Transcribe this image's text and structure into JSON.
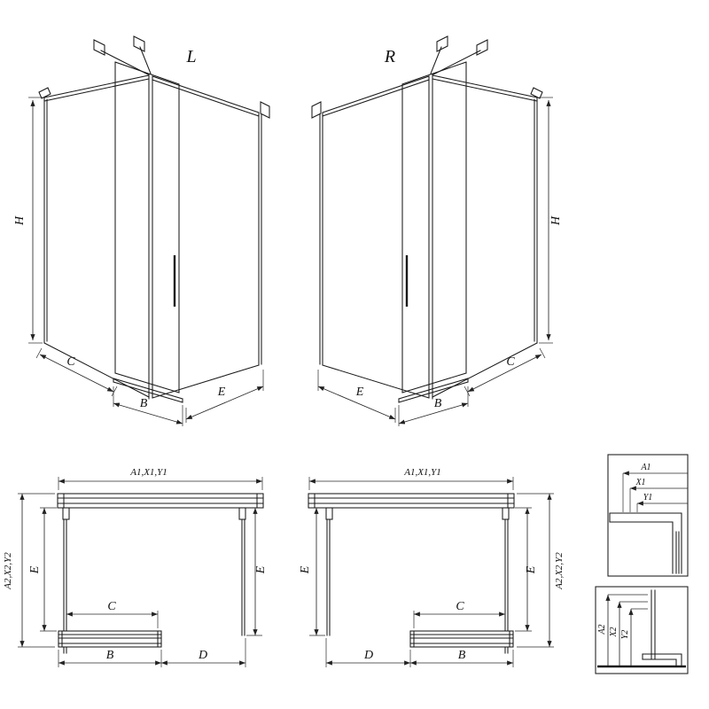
{
  "sheet": {
    "background_color": "#ffffff",
    "line_color": "#1a1a1a"
  },
  "iso_left": {
    "variant": "L",
    "height": "H",
    "side_width": "C",
    "door_width": "B",
    "front_width": "E"
  },
  "iso_right": {
    "variant": "R",
    "height": "H",
    "side_width": "C",
    "door_width": "B",
    "front_width": "E"
  },
  "plan_left": {
    "top_width": "A1,X1,Y1",
    "depth_outer": "A2,X2,Y2",
    "depth_left": "E",
    "depth_right": "E",
    "door_overlap": "C",
    "door_width": "B",
    "entry_width": "D"
  },
  "plan_right": {
    "top_width": "A1,X1,Y1",
    "depth_outer": "A2,X2,Y2",
    "depth_left": "E",
    "depth_right": "E",
    "door_overlap": "C",
    "door_width": "B",
    "entry_width": "D"
  },
  "detail_top": {
    "a1": "A1",
    "x1": "X1",
    "y1": "Y1"
  },
  "detail_bottom": {
    "a2": "A2",
    "x2": "X2",
    "y2": "Y2"
  }
}
